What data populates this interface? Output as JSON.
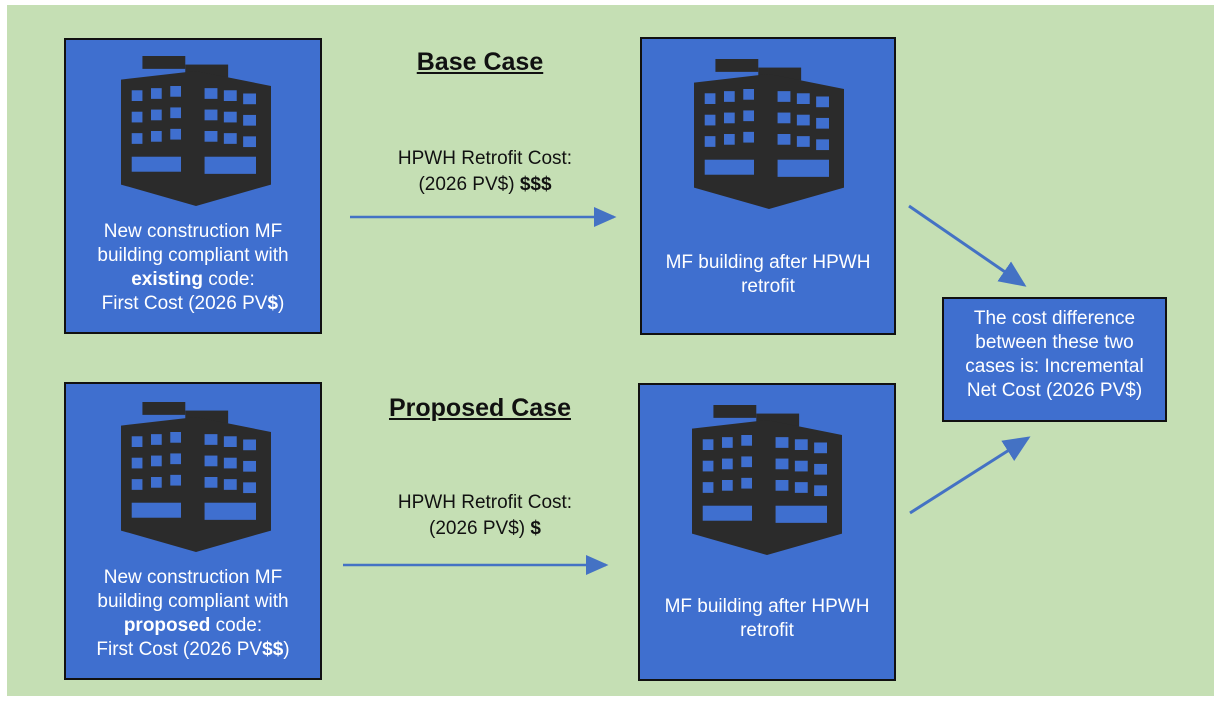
{
  "base_case": {
    "heading": "Base Case",
    "left_box": {
      "line1": "New construction MF",
      "line2": "building compliant with",
      "line3_bold": "existing",
      "line3_rest": " code:",
      "line4_prefix": "First Cost (2026 PV",
      "line4_bold": "$",
      "line4_suffix": ")"
    },
    "arrow_label": {
      "line1": "HPWH Retrofit Cost:",
      "line2_prefix": "(2026 PV$) ",
      "line2_bold": "$$$"
    },
    "right_box": {
      "line1": "MF building after HPWH",
      "line2": "retrofit"
    }
  },
  "proposed_case": {
    "heading": "Proposed Case",
    "left_box": {
      "line1": "New construction MF",
      "line2": "building compliant with",
      "line3_bold": "proposed",
      "line3_rest": " code:",
      "line4_prefix": "First Cost (2026 PV",
      "line4_bold": "$$",
      "line4_suffix": ")"
    },
    "arrow_label": {
      "line1": "HPWH Retrofit Cost:",
      "line2_prefix": "(2026 PV$) ",
      "line2_bold": "$"
    },
    "right_box": {
      "line1": "MF building after HPWH",
      "line2": "retrofit"
    }
  },
  "summary": {
    "lines": [
      "The cost difference",
      "between these two",
      "cases is: Incremental",
      "Net Cost (2026 PV$)"
    ]
  },
  "colors": {
    "background": "#c5dfb4",
    "box": "#3f6fcf",
    "arrow": "#4472c4",
    "building": "#2b2b2b"
  },
  "icons": [
    "building-icon"
  ]
}
